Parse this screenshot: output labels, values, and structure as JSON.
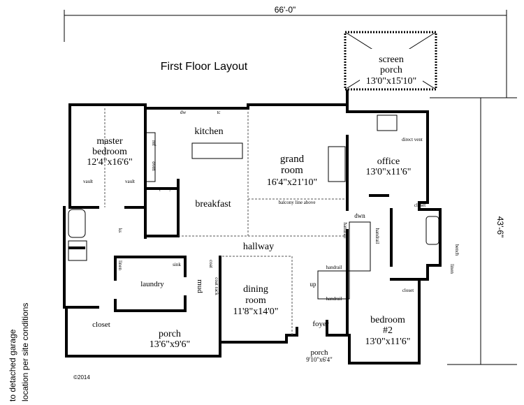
{
  "title": "First Floor Layout",
  "dimensions": {
    "width": "66'-0\"",
    "depth": "43'-6\""
  },
  "site_note": [
    "to detached garage",
    "location per site conditions"
  ],
  "copyright": "©2014",
  "rooms": {
    "screen_porch": {
      "name1": "screen",
      "name2": "porch",
      "size": "13'0\"x15'10\""
    },
    "master_bedroom": {
      "name1": "master",
      "name2": "bedroom",
      "size": "12'4\"x16'6\""
    },
    "kitchen": {
      "name": "kitchen"
    },
    "grand_room": {
      "name1": "grand",
      "name2": "room",
      "size": "16'4\"x21'10\""
    },
    "office": {
      "name": "office",
      "size": "13'0\"x11'6\""
    },
    "breakfast": {
      "name": "breakfast"
    },
    "pantry": {
      "name": "pantry"
    },
    "hallway": {
      "name": "hallway"
    },
    "dining_room": {
      "name1": "dining",
      "name2": "room",
      "size": "11'8\"x14'0\""
    },
    "laundry": {
      "name": "laundry"
    },
    "mud": {
      "name": "mud"
    },
    "master_closet": {
      "name": "closet"
    },
    "rear_porch": {
      "name": "porch",
      "size": "13'6\"x9'6\""
    },
    "foyer": {
      "name": "foyer"
    },
    "front_porch": {
      "name": "porch",
      "size": "9'10\"x6'4\""
    },
    "bedroom2": {
      "name1": "bedroom",
      "name2": "#2",
      "size": "13'0\"x11'6\""
    }
  },
  "fixtures": {
    "dw": "dw",
    "tc": "tc",
    "ref": "ref",
    "oven": "oven",
    "vault_left": "vault",
    "vault_right": "vault",
    "ks": "ks",
    "linen_master": "linen",
    "sink": "sink",
    "coat": "coat",
    "coat_rack": "coat rack",
    "balcony": "balcony line above",
    "direct_vent": "direct vent",
    "dwn": "dwn",
    "handrail_1": "handrail",
    "handrail_2": "handrail",
    "handrail_3": "handrail",
    "handrail_4": "handrail",
    "up": "up",
    "office_closet": "closet",
    "bedroom_closet": "closet",
    "bench": "bench",
    "linen_bath": "linen"
  }
}
